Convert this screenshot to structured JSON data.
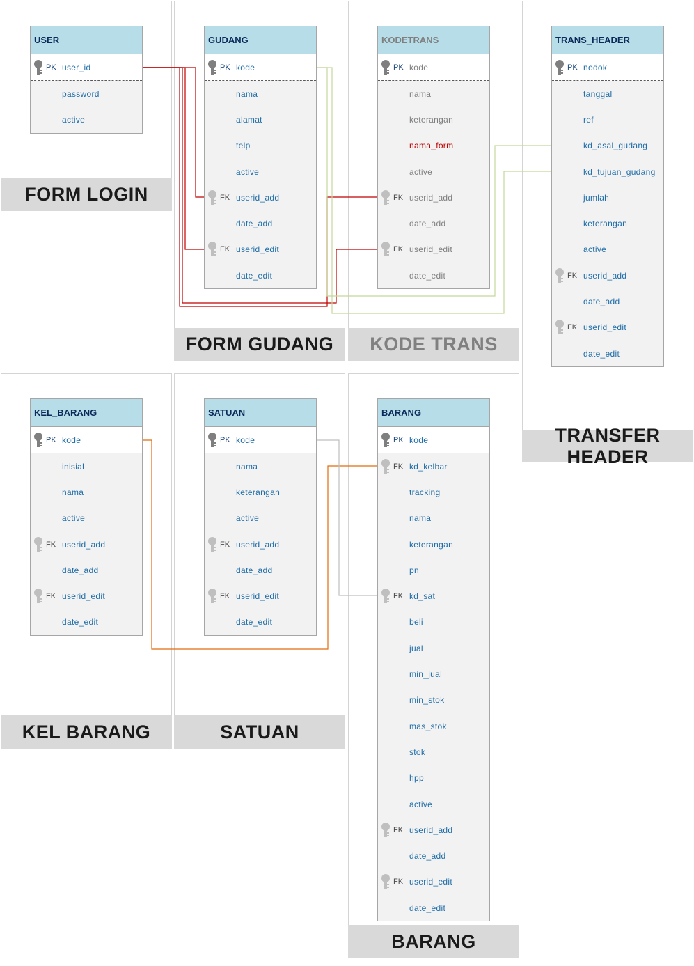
{
  "colors": {
    "relation_user": "#c00000",
    "relation_gudang": "#c4d79b",
    "relation_kelbar": "#e46c0a",
    "relation_satuan": "#bfbfbf",
    "header_fill": "#b7dde8",
    "label_fill": "#d9d9d9"
  },
  "panels": {
    "form_login": "FORM LOGIN",
    "form_gudang": "FORM GUDANG",
    "kode_trans": "KODE TRANS",
    "transfer_header": "TRANSFER HEADER",
    "kel_barang": "KEL BARANG",
    "satuan": "SATUAN",
    "barang": "BARANG"
  },
  "entities": {
    "user": {
      "name": "USER",
      "pk": {
        "tag": "PK",
        "field": "user_id"
      },
      "rows": [
        {
          "tag": "",
          "field": "password"
        },
        {
          "tag": "",
          "field": "active"
        }
      ]
    },
    "gudang": {
      "name": "GUDANG",
      "pk": {
        "tag": "PK",
        "field": "kode"
      },
      "rows": [
        {
          "tag": "",
          "field": "nama"
        },
        {
          "tag": "",
          "field": "alamat"
        },
        {
          "tag": "",
          "field": "telp"
        },
        {
          "tag": "",
          "field": "active"
        },
        {
          "tag": "FK",
          "field": "userid_add"
        },
        {
          "tag": "",
          "field": "date_add"
        },
        {
          "tag": "FK",
          "field": "userid_edit"
        },
        {
          "tag": "",
          "field": "date_edit"
        }
      ]
    },
    "kodetrans": {
      "name": "KODETRANS",
      "pk": {
        "tag": "PK",
        "field": "kode"
      },
      "rows": [
        {
          "tag": "",
          "field": "nama"
        },
        {
          "tag": "",
          "field": "keterangan"
        },
        {
          "tag": "",
          "field": "nama_form"
        },
        {
          "tag": "",
          "field": "active"
        },
        {
          "tag": "FK",
          "field": "userid_add"
        },
        {
          "tag": "",
          "field": "date_add"
        },
        {
          "tag": "FK",
          "field": "userid_edit"
        },
        {
          "tag": "",
          "field": "date_edit"
        }
      ]
    },
    "trans_header": {
      "name": "TRANS_HEADER",
      "pk": {
        "tag": "PK",
        "field": "nodok"
      },
      "rows": [
        {
          "tag": "",
          "field": "tanggal"
        },
        {
          "tag": "",
          "field": "ref"
        },
        {
          "tag": "",
          "field": "kd_asal_gudang"
        },
        {
          "tag": "",
          "field": "kd_tujuan_gudang"
        },
        {
          "tag": "",
          "field": "jumlah"
        },
        {
          "tag": "",
          "field": "keterangan"
        },
        {
          "tag": "",
          "field": "active"
        },
        {
          "tag": "FK",
          "field": "userid_add"
        },
        {
          "tag": "",
          "field": "date_add"
        },
        {
          "tag": "FK",
          "field": "userid_edit"
        },
        {
          "tag": "",
          "field": "date_edit"
        }
      ]
    },
    "kel_barang": {
      "name": "KEL_BARANG",
      "pk": {
        "tag": "PK",
        "field": "kode"
      },
      "rows": [
        {
          "tag": "",
          "field": "inisial"
        },
        {
          "tag": "",
          "field": "nama"
        },
        {
          "tag": "",
          "field": "active"
        },
        {
          "tag": "FK",
          "field": "userid_add"
        },
        {
          "tag": "",
          "field": "date_add"
        },
        {
          "tag": "FK",
          "field": "userid_edit"
        },
        {
          "tag": "",
          "field": "date_edit"
        }
      ]
    },
    "satuan": {
      "name": "SATUAN",
      "pk": {
        "tag": "PK",
        "field": "kode"
      },
      "rows": [
        {
          "tag": "",
          "field": "nama"
        },
        {
          "tag": "",
          "field": "keterangan"
        },
        {
          "tag": "",
          "field": "active"
        },
        {
          "tag": "FK",
          "field": "userid_add"
        },
        {
          "tag": "",
          "field": "date_add"
        },
        {
          "tag": "FK",
          "field": "userid_edit"
        },
        {
          "tag": "",
          "field": "date_edit"
        }
      ]
    },
    "barang": {
      "name": "BARANG",
      "pk": {
        "tag": "PK",
        "field": "kode"
      },
      "rows": [
        {
          "tag": "FK",
          "field": "kd_kelbar"
        },
        {
          "tag": "",
          "field": "tracking"
        },
        {
          "tag": "",
          "field": "nama"
        },
        {
          "tag": "",
          "field": "keterangan"
        },
        {
          "tag": "",
          "field": "pn"
        },
        {
          "tag": "FK",
          "field": "kd_sat"
        },
        {
          "tag": "",
          "field": "beli"
        },
        {
          "tag": "",
          "field": "jual"
        },
        {
          "tag": "",
          "field": "min_jual"
        },
        {
          "tag": "",
          "field": "min_stok"
        },
        {
          "tag": "",
          "field": "mas_stok"
        },
        {
          "tag": "",
          "field": "stok"
        },
        {
          "tag": "",
          "field": "hpp"
        },
        {
          "tag": "",
          "field": "active"
        },
        {
          "tag": "FK",
          "field": "userid_add"
        },
        {
          "tag": "",
          "field": "date_add"
        },
        {
          "tag": "FK",
          "field": "userid_edit"
        },
        {
          "tag": "",
          "field": "date_edit"
        }
      ]
    }
  }
}
